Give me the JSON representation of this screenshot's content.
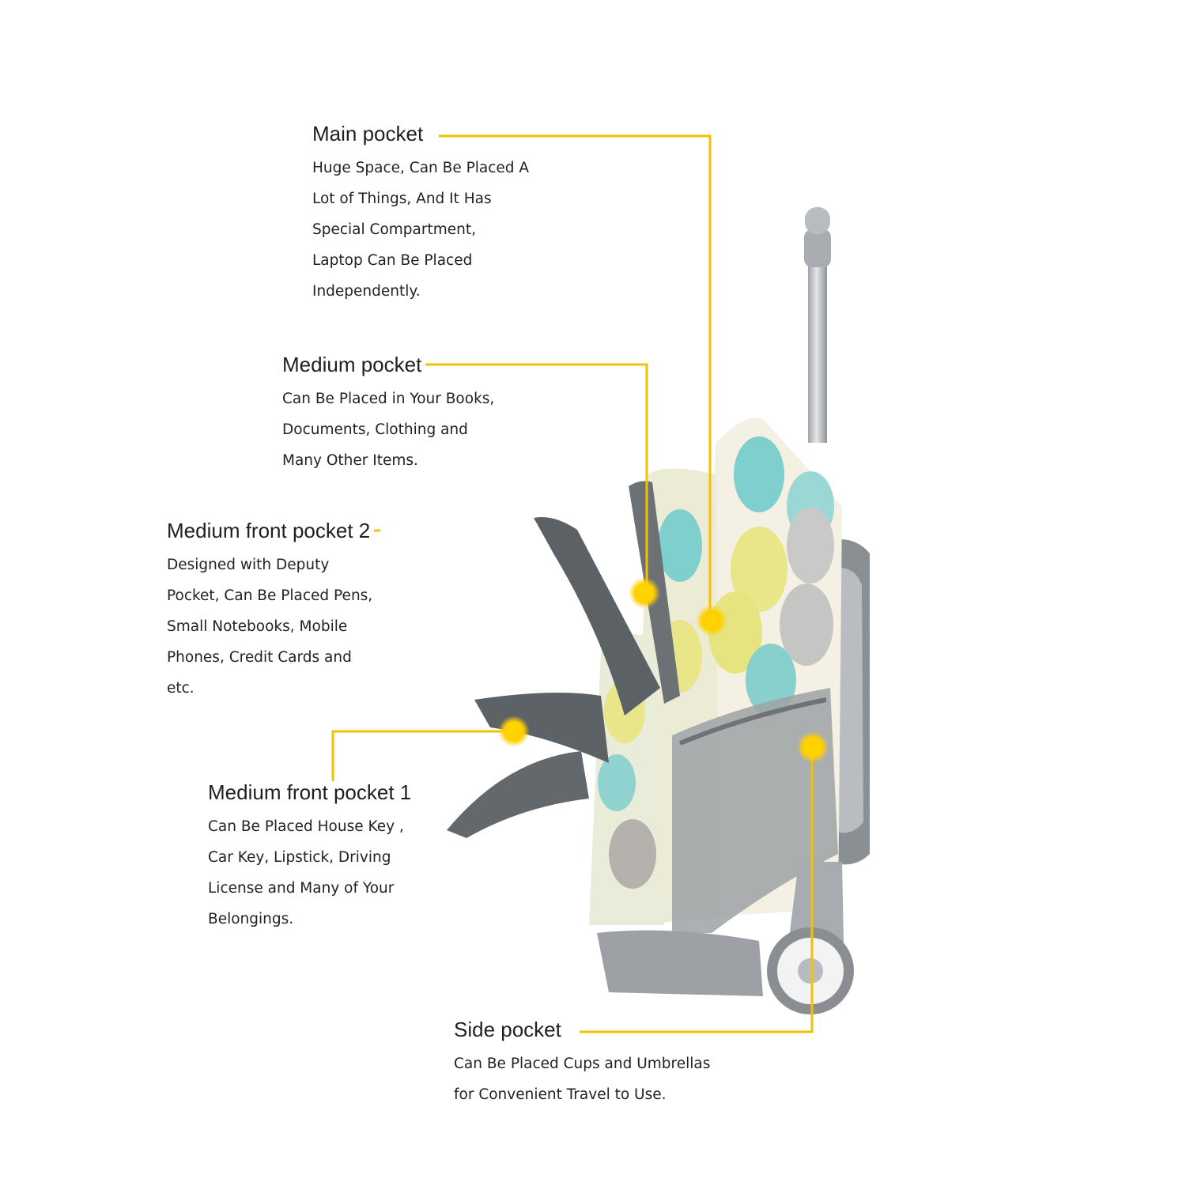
{
  "accent_color": "#f2c200",
  "callouts": {
    "main": {
      "title": "Main pocket",
      "lines": [
        "Huge Space, Can Be Placed A",
        "Lot of Things, And It Has",
        "Special Compartment,",
        "Laptop Can Be Placed",
        "Independently."
      ]
    },
    "medium": {
      "title": "Medium pocket",
      "lines": [
        "Can Be Placed in Your Books,",
        "Documents, Clothing and",
        "Many Other Items."
      ]
    },
    "front2": {
      "title": "Medium front pocket 2",
      "lines": [
        "Designed with Deputy",
        "Pocket, Can Be Placed Pens,",
        "Small Notebooks, Mobile",
        "Phones, Credit Cards and",
        "etc."
      ]
    },
    "front1": {
      "title": "Medium front pocket 1",
      "lines": [
        "Can Be Placed House Key ,",
        "Car Key, Lipstick, Driving",
        "License and Many of Your",
        "Belongings."
      ]
    },
    "side": {
      "title": "Side pocket",
      "lines": [
        "Can Be Placed Cups and Umbrellas",
        "for Convenient Travel to Use."
      ]
    }
  }
}
